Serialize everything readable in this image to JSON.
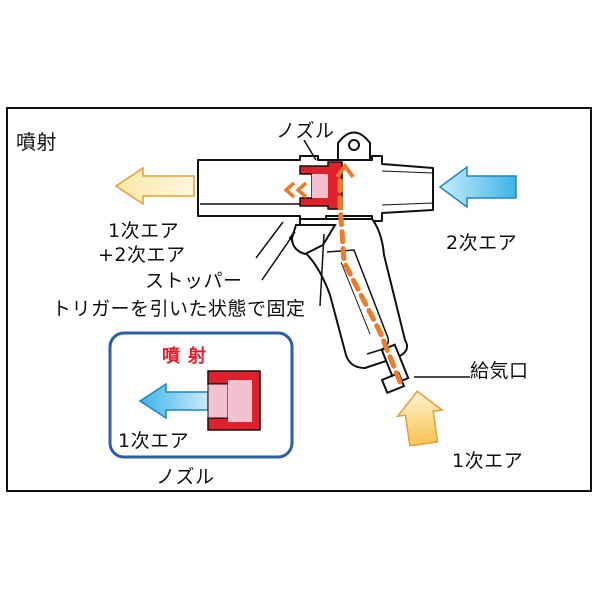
{
  "title": "噴射",
  "labels": {
    "nozzle_top": "ノズル",
    "secondary_air_right": "2次エア",
    "combined_air_line1": "1次エア",
    "combined_air_line2": "+2次エア",
    "stopper": "ストッパー",
    "trigger_state": "トリガーを引いた状態で固定",
    "air_inlet": "給気口",
    "primary_air_bottom": "1次エア"
  },
  "inset": {
    "title": "噴射",
    "air_label": "1次エア",
    "nozzle_label": "ノズル"
  },
  "colors": {
    "outline": "#111111",
    "nozzle_red": "#e0202a",
    "nozzle_pink": "#f2c0cf",
    "flow_orange": "#f07a28",
    "arrow_yellow": "#fbe6a4",
    "arrow_blue": "#7fd0f0",
    "inset_border": "#2b5faa"
  }
}
